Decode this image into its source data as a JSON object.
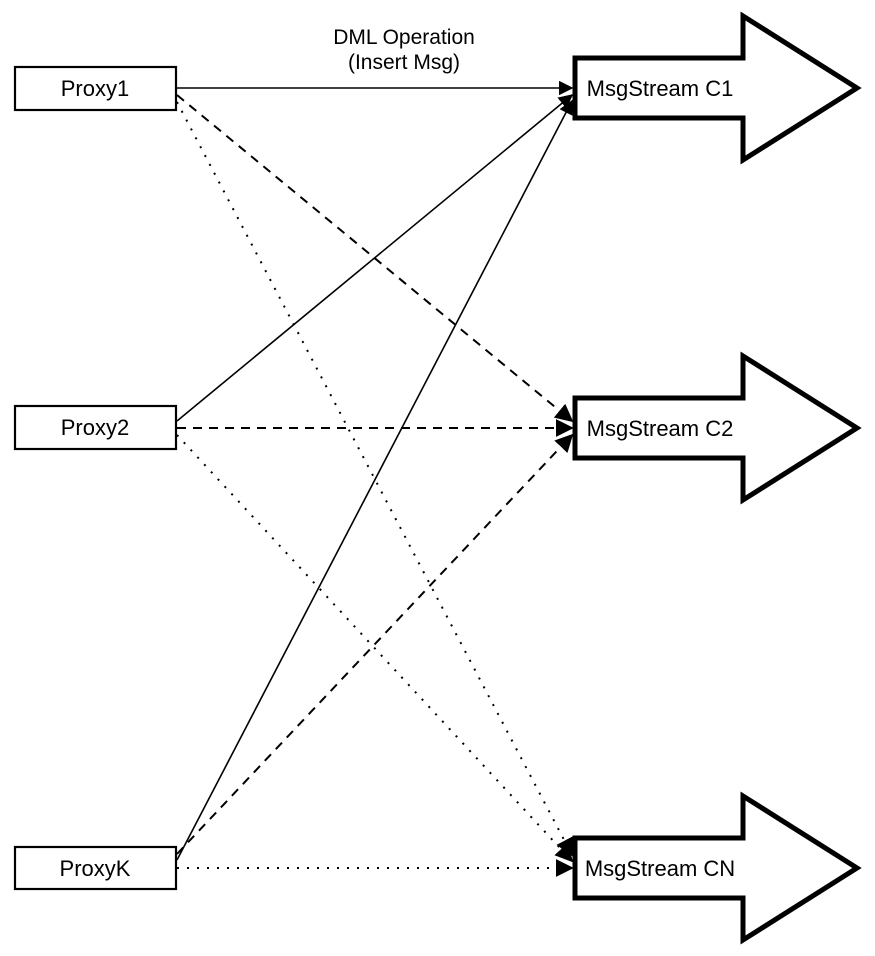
{
  "diagram": {
    "background_color": "#ffffff",
    "line_color": "#000000",
    "shape_fill_color": "#ffffff",
    "annotation": {
      "line1": "DML Operation",
      "line2": "(Insert Msg)"
    },
    "proxies": [
      {
        "label": "Proxy1"
      },
      {
        "label": "Proxy2"
      },
      {
        "label": "ProxyK"
      }
    ],
    "streams": [
      {
        "label": "MsgStream C1"
      },
      {
        "label": "MsgStream C2"
      },
      {
        "label": "MsgStream CN"
      }
    ],
    "connections": [
      {
        "from": "Proxy1",
        "to": "MsgStream C1",
        "style": "solid"
      },
      {
        "from": "Proxy2",
        "to": "MsgStream C1",
        "style": "solid"
      },
      {
        "from": "ProxyK",
        "to": "MsgStream C1",
        "style": "solid"
      },
      {
        "from": "Proxy1",
        "to": "MsgStream C2",
        "style": "dashed"
      },
      {
        "from": "Proxy2",
        "to": "MsgStream C2",
        "style": "dashed"
      },
      {
        "from": "ProxyK",
        "to": "MsgStream C2",
        "style": "dashed"
      },
      {
        "from": "Proxy1",
        "to": "MsgStream CN",
        "style": "dotted"
      },
      {
        "from": "Proxy2",
        "to": "MsgStream CN",
        "style": "dotted"
      },
      {
        "from": "ProxyK",
        "to": "MsgStream CN",
        "style": "dotted"
      }
    ]
  }
}
